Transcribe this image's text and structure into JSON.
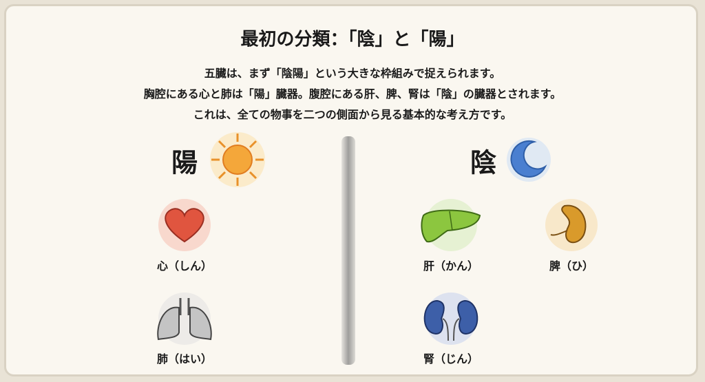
{
  "title": "最初の分類：「陰」と「陽」",
  "description": [
    "五臓は、まず「陰陽」という大きな枠組みで捉えられます。",
    "胸腔にある心と肺は「陽」臓器。腹腔にある肝、脾、腎は「陰」の臓器とされます。",
    "これは、全ての物事を二つの側面から見る基本的な考え方です。"
  ],
  "yang": {
    "heading": "陽",
    "icon": "sun-icon",
    "organs": [
      {
        "label": "心（しん）",
        "icon": "heart-icon",
        "color": "#e0553f"
      },
      {
        "label": "肺（はい）",
        "icon": "lungs-icon",
        "color": "#b5b5b5"
      }
    ]
  },
  "yin": {
    "heading": "陰",
    "icon": "moon-icon",
    "organs": [
      {
        "label": "肝（かん）",
        "icon": "liver-icon",
        "color": "#8cc63f"
      },
      {
        "label": "脾（ひ）",
        "icon": "spleen-icon",
        "color": "#d99a2b"
      },
      {
        "label": "腎（じん）",
        "icon": "kidneys-icon",
        "color": "#3d5fa8"
      }
    ]
  }
}
